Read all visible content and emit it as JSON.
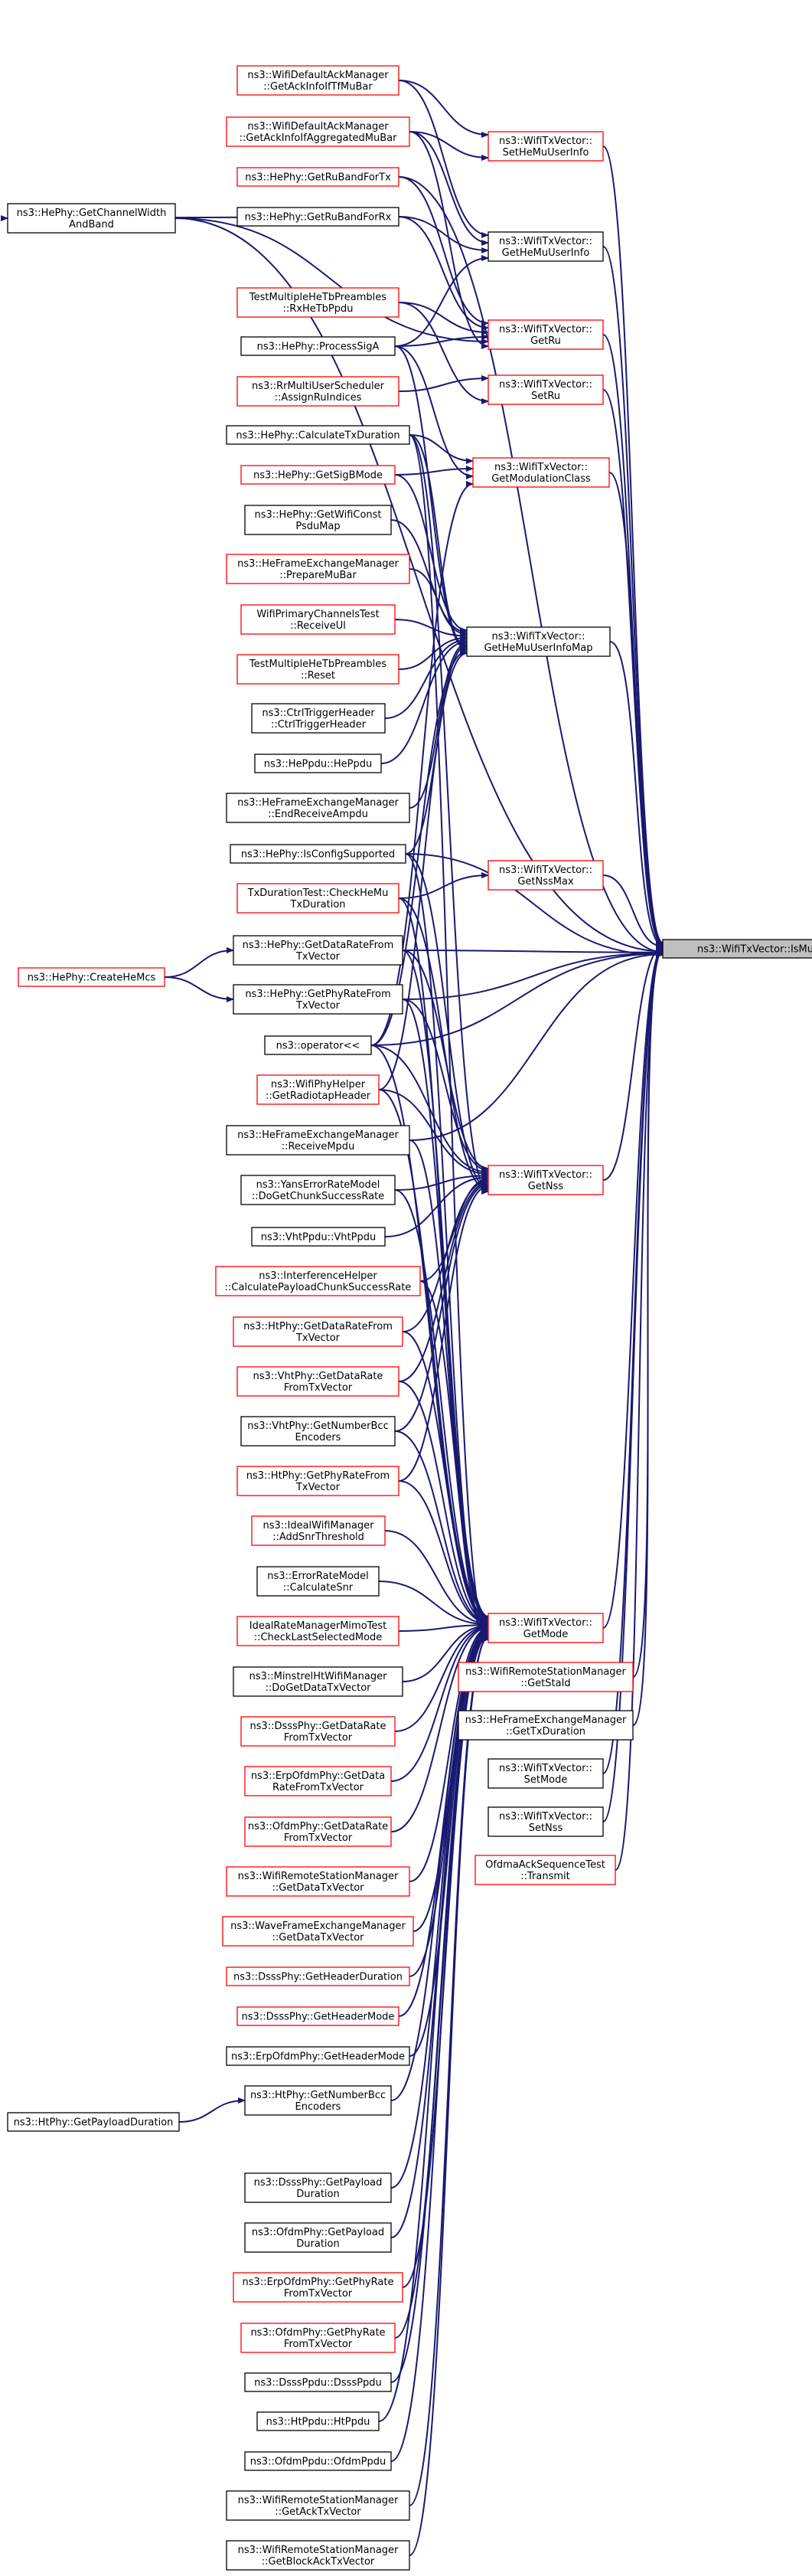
{
  "target_node": "ns3::WifiTxVector::IsMu",
  "colors": {
    "edge": "#191970",
    "border_normal": "#000000",
    "border_truncated": "#ff0000",
    "target_fill": "#bfbfbf",
    "node_fill": "#ffffff"
  },
  "nodes": [
    {
      "id": "ismu",
      "lines": [
        "ns3::WifiTxVector::IsMu"
      ],
      "style": "target"
    },
    {
      "id": "setHeMuUserInfo",
      "lines": [
        "ns3::WifiTxVector::",
        "SetHeMuUserInfo"
      ],
      "style": "truncated"
    },
    {
      "id": "getHeMuUserInfo",
      "lines": [
        "ns3::WifiTxVector::",
        "GetHeMuUserInfo"
      ],
      "style": "normal"
    },
    {
      "id": "getRu",
      "lines": [
        "ns3::WifiTxVector::",
        "GetRu"
      ],
      "style": "truncated"
    },
    {
      "id": "setRu",
      "lines": [
        "ns3::WifiTxVector::",
        "SetRu"
      ],
      "style": "truncated"
    },
    {
      "id": "getModulationClass",
      "lines": [
        "ns3::WifiTxVector::",
        "GetModulationClass"
      ],
      "style": "truncated"
    },
    {
      "id": "getHeMuUserInfoMap",
      "lines": [
        "ns3::WifiTxVector::",
        "GetHeMuUserInfoMap"
      ],
      "style": "normal"
    },
    {
      "id": "getNssMax",
      "lines": [
        "ns3::WifiTxVector::",
        "GetNssMax"
      ],
      "style": "truncated"
    },
    {
      "id": "getNss",
      "lines": [
        "ns3::WifiTxVector::",
        "GetNss"
      ],
      "style": "truncated"
    },
    {
      "id": "getMode",
      "lines": [
        "ns3::WifiTxVector::",
        "GetMode"
      ],
      "style": "truncated"
    },
    {
      "id": "getStaId",
      "lines": [
        "ns3::WifiRemoteStationManager",
        "::GetStaId"
      ],
      "style": "truncated"
    },
    {
      "id": "heFemGetTxDuration",
      "lines": [
        "ns3::HeFrameExchangeManager",
        "::GetTxDuration"
      ],
      "style": "normal"
    },
    {
      "id": "setMode",
      "lines": [
        "ns3::WifiTxVector::",
        "SetMode"
      ],
      "style": "normal"
    },
    {
      "id": "setNss",
      "lines": [
        "ns3::WifiTxVector::",
        "SetNss"
      ],
      "style": "normal"
    },
    {
      "id": "ofdmaTransmit",
      "lines": [
        "OfdmaAckSequenceTest",
        "::Transmit"
      ],
      "style": "truncated"
    },
    {
      "id": "getAckInfoTfMuBar",
      "lines": [
        "ns3::WifiDefaultAckManager",
        "::GetAckInfoIfTfMuBar"
      ],
      "style": "truncated"
    },
    {
      "id": "getAckInfoAggMuBar",
      "lines": [
        "ns3::WifiDefaultAckManager",
        "::GetAckInfoIfAggregatedMuBar"
      ],
      "style": "truncated"
    },
    {
      "id": "getRuBandForTx",
      "lines": [
        "ns3::HePhy::GetRuBandForTx"
      ],
      "style": "truncated"
    },
    {
      "id": "getRuBandForRx",
      "lines": [
        "ns3::HePhy::GetRuBandForRx"
      ],
      "style": "normal"
    },
    {
      "id": "getChannelWidthAndBand",
      "lines": [
        "ns3::HePhy::GetChannelWidth",
        "AndBand"
      ],
      "style": "normal"
    },
    {
      "id": "rxHeTbPpdu",
      "lines": [
        "TestMultipleHeTbPreambles",
        "::RxHeTbPpdu"
      ],
      "style": "truncated"
    },
    {
      "id": "processSigA",
      "lines": [
        "ns3::HePhy::ProcessSigA"
      ],
      "style": "normal"
    },
    {
      "id": "assignRuIndices",
      "lines": [
        "ns3::RrMultiUserScheduler",
        "::AssignRuIndices"
      ],
      "style": "truncated"
    },
    {
      "id": "calculateTxDuration",
      "lines": [
        "ns3::HePhy::CalculateTxDuration"
      ],
      "style": "normal"
    },
    {
      "id": "getSigBMode",
      "lines": [
        "ns3::HePhy::GetSigBMode"
      ],
      "style": "truncated"
    },
    {
      "id": "getWifiConstPsduMap",
      "lines": [
        "ns3::HePhy::GetWifiConst",
        "PsduMap"
      ],
      "style": "normal"
    },
    {
      "id": "prepareMuBar",
      "lines": [
        "ns3::HeFrameExchangeManager",
        "::PrepareMuBar"
      ],
      "style": "truncated"
    },
    {
      "id": "receiveUl",
      "lines": [
        "WifiPrimaryChannelsTest",
        "::ReceiveUl"
      ],
      "style": "truncated"
    },
    {
      "id": "testReset",
      "lines": [
        "TestMultipleHeTbPreambles",
        "::Reset"
      ],
      "style": "truncated"
    },
    {
      "id": "ctrlTriggerHeader",
      "lines": [
        "ns3::CtrlTriggerHeader",
        "::CtrlTriggerHeader"
      ],
      "style": "normal"
    },
    {
      "id": "hePpdu",
      "lines": [
        "ns3::HePpdu::HePpdu"
      ],
      "style": "normal"
    },
    {
      "id": "endReceiveAmpdu",
      "lines": [
        "ns3::HeFrameExchangeManager",
        "::EndReceiveAmpdu"
      ],
      "style": "normal"
    },
    {
      "id": "isConfigSupported",
      "lines": [
        "ns3::HePhy::IsConfigSupported"
      ],
      "style": "normal"
    },
    {
      "id": "checkHeMuTxDuration",
      "lines": [
        "TxDurationTest::CheckHeMu",
        "TxDuration"
      ],
      "style": "truncated"
    },
    {
      "id": "heGetDataRate",
      "lines": [
        "ns3::HePhy::GetDataRateFrom",
        "TxVector"
      ],
      "style": "normal"
    },
    {
      "id": "createHeMcs",
      "lines": [
        "ns3::HePhy::CreateHeMcs"
      ],
      "style": "truncated"
    },
    {
      "id": "heGetPhyRate",
      "lines": [
        "ns3::HePhy::GetPhyRateFrom",
        "TxVector"
      ],
      "style": "normal"
    },
    {
      "id": "operatorLs",
      "lines": [
        "ns3::operator<<"
      ],
      "style": "normal"
    },
    {
      "id": "getRadiotapHeader",
      "lines": [
        "ns3::WifiPhyHelper",
        "::GetRadiotapHeader"
      ],
      "style": "truncated"
    },
    {
      "id": "receiveMpdu",
      "lines": [
        "ns3::HeFrameExchangeManager",
        "::ReceiveMpdu"
      ],
      "style": "normal"
    },
    {
      "id": "yansChunk",
      "lines": [
        "ns3::YansErrorRateModel",
        "::DoGetChunkSuccessRate"
      ],
      "style": "normal"
    },
    {
      "id": "vhtPpdu",
      "lines": [
        "ns3::VhtPpdu::VhtPpdu"
      ],
      "style": "normal"
    },
    {
      "id": "interferencePayload",
      "lines": [
        "ns3::InterferenceHelper",
        "::CalculatePayloadChunkSuccessRate"
      ],
      "style": "truncated"
    },
    {
      "id": "htGetDataRate",
      "lines": [
        "ns3::HtPhy::GetDataRateFrom",
        "TxVector"
      ],
      "style": "truncated"
    },
    {
      "id": "vhtGetDataRate",
      "lines": [
        "ns3::VhtPhy::GetDataRate",
        "FromTxVector"
      ],
      "style": "truncated"
    },
    {
      "id": "vhtNumberBcc",
      "lines": [
        "ns3::VhtPhy::GetNumberBcc",
        "Encoders"
      ],
      "style": "normal"
    },
    {
      "id": "htGetPhyRate",
      "lines": [
        "ns3::HtPhy::GetPhyRateFrom",
        "TxVector"
      ],
      "style": "truncated"
    },
    {
      "id": "addSnrThreshold",
      "lines": [
        "ns3::IdealWifiManager",
        "::AddSnrThreshold"
      ],
      "style": "truncated"
    },
    {
      "id": "calculateSnr",
      "lines": [
        "ns3::ErrorRateModel",
        "::CalculateSnr"
      ],
      "style": "normal"
    },
    {
      "id": "checkLastSelectedMode",
      "lines": [
        "IdealRateManagerMimoTest",
        "::CheckLastSelectedMode"
      ],
      "style": "truncated"
    },
    {
      "id": "minstrelDoGetDataTx",
      "lines": [
        "ns3::MinstrelHtWifiManager",
        "::DoGetDataTxVector"
      ],
      "style": "normal"
    },
    {
      "id": "dsssGetDataRate",
      "lines": [
        "ns3::DsssPhy::GetDataRate",
        "FromTxVector"
      ],
      "style": "truncated"
    },
    {
      "id": "erpGetDataRate",
      "lines": [
        "ns3::ErpOfdmPhy::GetData",
        "RateFromTxVector"
      ],
      "style": "truncated"
    },
    {
      "id": "ofdmGetDataRate",
      "lines": [
        "ns3::OfdmPhy::GetDataRate",
        "FromTxVector"
      ],
      "style": "truncated"
    },
    {
      "id": "wrsmGetDataTx",
      "lines": [
        "ns3::WifiRemoteStationManager",
        "::GetDataTxVector"
      ],
      "style": "truncated"
    },
    {
      "id": "waveGetDataTx",
      "lines": [
        "ns3::WaveFrameExchangeManager",
        "::GetDataTxVector"
      ],
      "style": "truncated"
    },
    {
      "id": "dsssGetHeaderDuration",
      "lines": [
        "ns3::DsssPhy::GetHeaderDuration"
      ],
      "style": "truncated"
    },
    {
      "id": "dsssGetHeaderMode",
      "lines": [
        "ns3::DsssPhy::GetHeaderMode"
      ],
      "style": "truncated"
    },
    {
      "id": "erpGetHeaderMode",
      "lines": [
        "ns3::ErpOfdmPhy::GetHeaderMode"
      ],
      "style": "normal"
    },
    {
      "id": "htNumberBcc",
      "lines": [
        "ns3::HtPhy::GetNumberBcc",
        "Encoders"
      ],
      "style": "normal"
    },
    {
      "id": "htGetPayloadDuration",
      "lines": [
        "ns3::HtPhy::GetPayloadDuration"
      ],
      "style": "normal"
    },
    {
      "id": "dsssGetPayloadDuration",
      "lines": [
        "ns3::DsssPhy::GetPayload",
        "Duration"
      ],
      "style": "normal"
    },
    {
      "id": "ofdmGetPayloadDuration",
      "lines": [
        "ns3::OfdmPhy::GetPayload",
        "Duration"
      ],
      "style": "normal"
    },
    {
      "id": "erpGetPhyRate",
      "lines": [
        "ns3::ErpOfdmPhy::GetPhyRate",
        "FromTxVector"
      ],
      "style": "truncated"
    },
    {
      "id": "ofdmGetPhyRate",
      "lines": [
        "ns3::OfdmPhy::GetPhyRate",
        "FromTxVector"
      ],
      "style": "truncated"
    },
    {
      "id": "dsssPpdu",
      "lines": [
        "ns3::DsssPpdu::DsssPpdu"
      ],
      "style": "normal"
    },
    {
      "id": "htPpdu",
      "lines": [
        "ns3::HtPpdu::HtPpdu"
      ],
      "style": "normal"
    },
    {
      "id": "ofdmPpdu",
      "lines": [
        "ns3::OfdmPpdu::OfdmPpdu"
      ],
      "style": "normal"
    },
    {
      "id": "wrsmGetAckTx",
      "lines": [
        "ns3::WifiRemoteStationManager",
        "::GetAckTxVector"
      ],
      "style": "normal"
    },
    {
      "id": "wrsmGetBlockAckTx",
      "lines": [
        "ns3::WifiRemoteStationManager",
        "::GetBlockAckTxVector"
      ],
      "style": "normal"
    }
  ],
  "edges": [
    [
      "setHeMuUserInfo",
      "ismu"
    ],
    [
      "getHeMuUserInfo",
      "ismu"
    ],
    [
      "getRu",
      "ismu"
    ],
    [
      "setRu",
      "ismu"
    ],
    [
      "getModulationClass",
      "ismu"
    ],
    [
      "getHeMuUserInfoMap",
      "ismu"
    ],
    [
      "getNssMax",
      "ismu"
    ],
    [
      "getNss",
      "ismu"
    ],
    [
      "getMode",
      "ismu"
    ],
    [
      "getStaId",
      "ismu"
    ],
    [
      "heFemGetTxDuration",
      "ismu"
    ],
    [
      "setMode",
      "ismu"
    ],
    [
      "setNss",
      "ismu"
    ],
    [
      "ofdmaTransmit",
      "ismu"
    ],
    [
      "getChannelWidthAndBand",
      "ismu"
    ],
    [
      "getRuBandForTx",
      "ismu"
    ],
    [
      "heGetDataRate",
      "ismu"
    ],
    [
      "heGetPhyRate",
      "ismu"
    ],
    [
      "operatorLs",
      "ismu"
    ],
    [
      "receiveMpdu",
      "ismu"
    ],
    [
      "isConfigSupported",
      "ismu"
    ],
    [
      "getAckInfoTfMuBar",
      "setHeMuUserInfo"
    ],
    [
      "getAckInfoAggMuBar",
      "setHeMuUserInfo"
    ],
    [
      "getAckInfoTfMuBar",
      "getHeMuUserInfo"
    ],
    [
      "getAckInfoAggMuBar",
      "getHeMuUserInfo"
    ],
    [
      "getRuBandForRx",
      "getHeMuUserInfo"
    ],
    [
      "processSigA",
      "getHeMuUserInfo"
    ],
    [
      "getRuBandForTx",
      "getRu"
    ],
    [
      "getRuBandForRx",
      "getRu"
    ],
    [
      "rxHeTbPpdu",
      "getRu"
    ],
    [
      "processSigA",
      "getRu"
    ],
    [
      "getChannelWidthAndBand",
      "getRu"
    ],
    [
      "getAckInfoAggMuBar",
      "getRu"
    ],
    [
      "assignRuIndices",
      "setRu"
    ],
    [
      "rxHeTbPpdu",
      "setRu"
    ],
    [
      "calculateTxDuration",
      "getModulationClass"
    ],
    [
      "getSigBMode",
      "getModulationClass"
    ],
    [
      "processSigA",
      "getModulationClass"
    ],
    [
      "operatorLs",
      "getModulationClass"
    ],
    [
      "getSigBMode",
      "getHeMuUserInfoMap"
    ],
    [
      "getWifiConstPsduMap",
      "getHeMuUserInfoMap"
    ],
    [
      "prepareMuBar",
      "getHeMuUserInfoMap"
    ],
    [
      "receiveUl",
      "getHeMuUserInfoMap"
    ],
    [
      "testReset",
      "getHeMuUserInfoMap"
    ],
    [
      "ctrlTriggerHeader",
      "getHeMuUserInfoMap"
    ],
    [
      "hePpdu",
      "getHeMuUserInfoMap"
    ],
    [
      "endReceiveAmpdu",
      "getHeMuUserInfoMap"
    ],
    [
      "isConfigSupported",
      "getHeMuUserInfoMap"
    ],
    [
      "calculateTxDuration",
      "getHeMuUserInfoMap"
    ],
    [
      "processSigA",
      "getHeMuUserInfoMap"
    ],
    [
      "operatorLs",
      "getHeMuUserInfoMap"
    ],
    [
      "getRadiotapHeader",
      "getHeMuUserInfoMap"
    ],
    [
      "checkHeMuTxDuration",
      "getNssMax"
    ],
    [
      "heGetDataRate",
      "getNss"
    ],
    [
      "heGetPhyRate",
      "getNss"
    ],
    [
      "operatorLs",
      "getNss"
    ],
    [
      "getRadiotapHeader",
      "getNss"
    ],
    [
      "yansChunk",
      "getNss"
    ],
    [
      "vhtPpdu",
      "getNss"
    ],
    [
      "interferencePayload",
      "getNss"
    ],
    [
      "htGetDataRate",
      "getNss"
    ],
    [
      "vhtGetDataRate",
      "getNss"
    ],
    [
      "vhtNumberBcc",
      "getNss"
    ],
    [
      "htGetPhyRate",
      "getNss"
    ],
    [
      "isConfigSupported",
      "getNss"
    ],
    [
      "checkHeMuTxDuration",
      "getNss"
    ],
    [
      "calculateTxDuration",
      "getNss"
    ],
    [
      "heGetDataRate",
      "getMode"
    ],
    [
      "heGetPhyRate",
      "getMode"
    ],
    [
      "operatorLs",
      "getMode"
    ],
    [
      "getRadiotapHeader",
      "getMode"
    ],
    [
      "receiveMpdu",
      "getMode"
    ],
    [
      "yansChunk",
      "getMode"
    ],
    [
      "interferencePayload",
      "getMode"
    ],
    [
      "htGetDataRate",
      "getMode"
    ],
    [
      "vhtGetDataRate",
      "getMode"
    ],
    [
      "vhtNumberBcc",
      "getMode"
    ],
    [
      "htGetPhyRate",
      "getMode"
    ],
    [
      "addSnrThreshold",
      "getMode"
    ],
    [
      "calculateSnr",
      "getMode"
    ],
    [
      "checkLastSelectedMode",
      "getMode"
    ],
    [
      "minstrelDoGetDataTx",
      "getMode"
    ],
    [
      "dsssGetDataRate",
      "getMode"
    ],
    [
      "erpGetDataRate",
      "getMode"
    ],
    [
      "ofdmGetDataRate",
      "getMode"
    ],
    [
      "wrsmGetDataTx",
      "getMode"
    ],
    [
      "waveGetDataTx",
      "getMode"
    ],
    [
      "dsssGetHeaderDuration",
      "getMode"
    ],
    [
      "dsssGetHeaderMode",
      "getMode"
    ],
    [
      "erpGetHeaderMode",
      "getMode"
    ],
    [
      "htNumberBcc",
      "getMode"
    ],
    [
      "dsssGetPayloadDuration",
      "getMode"
    ],
    [
      "ofdmGetPayloadDuration",
      "getMode"
    ],
    [
      "erpGetPhyRate",
      "getMode"
    ],
    [
      "ofdmGetPhyRate",
      "getMode"
    ],
    [
      "dsssPpdu",
      "getMode"
    ],
    [
      "htPpdu",
      "getMode"
    ],
    [
      "ofdmPpdu",
      "getMode"
    ],
    [
      "wrsmGetAckTx",
      "getMode"
    ],
    [
      "wrsmGetBlockAckTx",
      "getMode"
    ],
    [
      "checkHeMuTxDuration",
      "getMode"
    ],
    [
      "calculateTxDuration",
      "getMode"
    ],
    [
      "isConfigSupported",
      "getMode"
    ],
    [
      "getRuBandForRx",
      "getChannelWidthAndBand"
    ],
    [
      "createHeMcs",
      "heGetDataRate"
    ],
    [
      "createHeMcs",
      "heGetPhyRate"
    ],
    [
      "htGetPayloadDuration",
      "htNumberBcc"
    ]
  ]
}
